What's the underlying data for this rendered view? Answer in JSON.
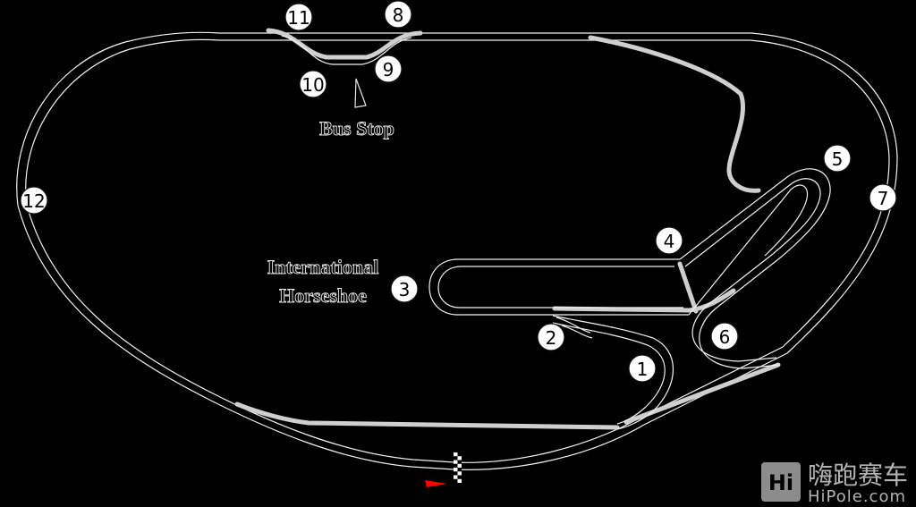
{
  "map": {
    "turns": [
      "1",
      "2",
      "3",
      "4",
      "5",
      "6",
      "7",
      "8",
      "9",
      "10",
      "11",
      "12"
    ],
    "labels": {
      "bus_stop": "Bus Stop",
      "horseshoe_line1": "International",
      "horseshoe_line2": "Horseshoe"
    },
    "colors": {
      "background": "#000000",
      "track_edge": "#f2f2f2",
      "road_course_fill": "#cfcfcf",
      "start_flag": "#ff0000"
    }
  },
  "watermark": {
    "logo_glyph": "Hi",
    "chinese": "嗨跑赛车",
    "site": "HiPole.com"
  }
}
